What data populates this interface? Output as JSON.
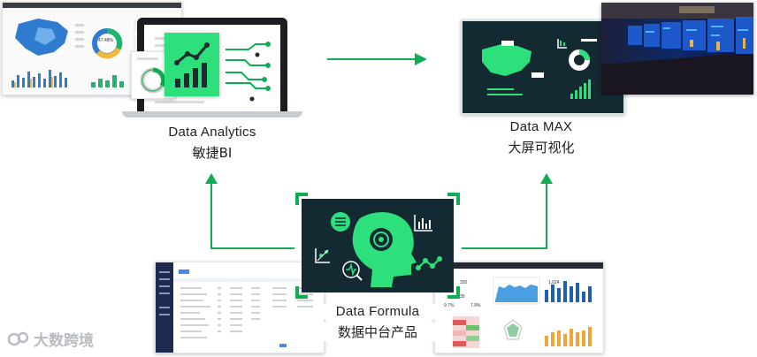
{
  "nodes": {
    "analytics": {
      "title_en": "Data Analytics",
      "title_zh": "敏捷BI"
    },
    "max": {
      "title_en": "Data MAX",
      "title_zh": "大屏可视化"
    },
    "formula": {
      "title_en": "Data Formula",
      "title_zh": "数据中台产品"
    }
  },
  "dashboard_thumb": {
    "donut_percent": "47.48%"
  },
  "screen_stats": {
    "s1": "320",
    "s2": "35",
    "s3": "1,024"
  },
  "screen_pcts": {
    "p1": "9.7%",
    "p2": "7.9%"
  },
  "logo": {
    "text": "大数跨境"
  },
  "colors": {
    "accent": "#0fae52",
    "dark_panel": "#132a33",
    "bright_green": "#2ee07c"
  }
}
